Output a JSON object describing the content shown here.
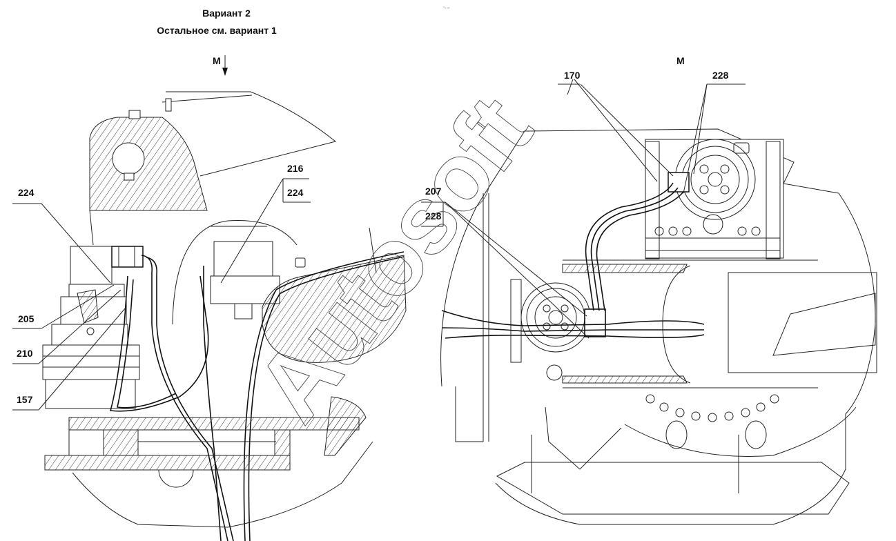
{
  "header": {
    "title_line1": "Вариант 2",
    "title_line2": "Остальное см. вариант 1",
    "view_marker_left": "M",
    "view_marker_right": "M",
    "tiny_mark": "ᵐₐ ₛₑₑ"
  },
  "left_view": {
    "callouts": [
      {
        "id": "callout-224-left",
        "text": "224"
      },
      {
        "id": "callout-205",
        "text": "205"
      },
      {
        "id": "callout-210",
        "text": "210"
      },
      {
        "id": "callout-157",
        "text": "157"
      },
      {
        "id": "callout-216",
        "text": "216"
      },
      {
        "id": "callout-224-right",
        "text": "224"
      }
    ]
  },
  "right_view": {
    "callouts": [
      {
        "id": "callout-170",
        "text": "170"
      },
      {
        "id": "callout-228-top",
        "text": "228"
      },
      {
        "id": "callout-207",
        "text": "207"
      },
      {
        "id": "callout-228-left",
        "text": "228"
      }
    ]
  },
  "watermark": {
    "text": "Autosoft"
  }
}
